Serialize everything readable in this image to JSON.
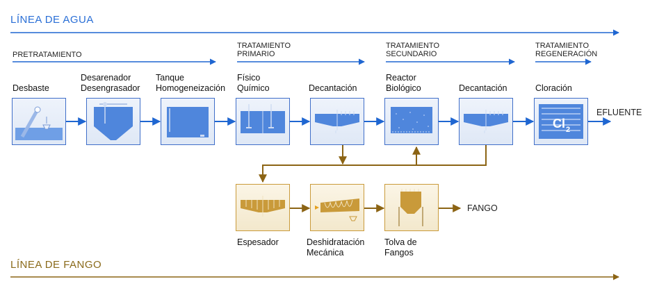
{
  "water_line": {
    "title": "LÍNEA DE AGUA"
  },
  "sludge_line": {
    "title": "LÍNEA DE FANGO"
  },
  "stages": {
    "pretreatment": "PRETRATAMIENTO",
    "primary": "TRATAMIENTO\nPRIMARIO",
    "secondary": "TRATAMIENTO\nSECUNDARIO",
    "regeneration": "TRATAMIENTO\nREGENERACIÓN"
  },
  "water_units": [
    {
      "label": "Desbaste",
      "icon": "screen-icon"
    },
    {
      "label": "Desarenador\nDesengrasador",
      "icon": "grit-removal-icon"
    },
    {
      "label": "Tanque\nHomogeneización",
      "icon": "tank-icon"
    },
    {
      "label": "Físico\nQuímico",
      "icon": "mixer-tank-icon"
    },
    {
      "label": "Decantación",
      "icon": "clarifier-icon"
    },
    {
      "label": "Reactor\nBiológico",
      "icon": "bioreactor-icon"
    },
    {
      "label": "Decantación",
      "icon": "clarifier-icon"
    },
    {
      "label": "Cloración",
      "icon": "chlorine-icon"
    }
  ],
  "chlorine_symbol": "Cl",
  "chlorine_subscript": "2",
  "effluent": "EFLUENTE",
  "sludge_units": [
    {
      "label": "Espesador",
      "icon": "thickener-icon"
    },
    {
      "label": "Deshidratación\nMecánica",
      "icon": "screw-press-icon"
    },
    {
      "label": "Tolva de\nFangos",
      "icon": "hopper-icon"
    }
  ],
  "sludge_output": "FANGO",
  "colors": {
    "water": "#1f66d1",
    "sludge": "#8c6414",
    "water_box": "#3f6ec9",
    "sludge_box": "#c99a3a"
  }
}
